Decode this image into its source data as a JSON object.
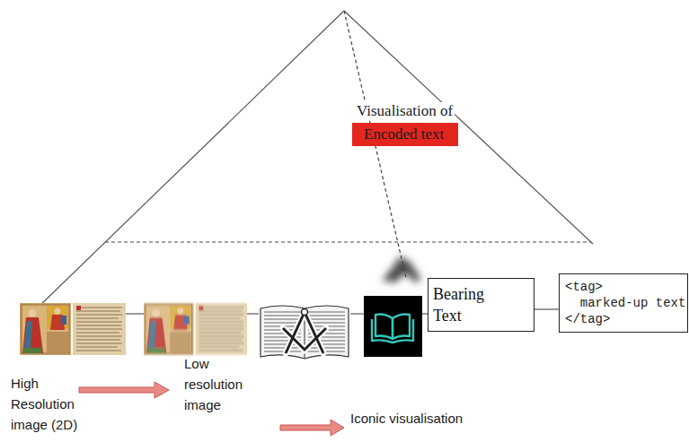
{
  "diagram": {
    "nodes": [
      {
        "text": [
          "Visualisation of",
          "Encoded text"
        ]
      },
      {
        "text": [
          "Bearing Text"
        ]
      },
      {
        "text": [
          "<tag>",
          "marked-up text",
          "</tag>"
        ]
      }
    ],
    "edges": [
      {
        "from": 1,
        "to": 2,
        "arrow": "none"
      }
    ],
    "labels": [
      "High Resolution image (2D)",
      "Low resolution image",
      "Iconic visualisation"
    ]
  }
}
